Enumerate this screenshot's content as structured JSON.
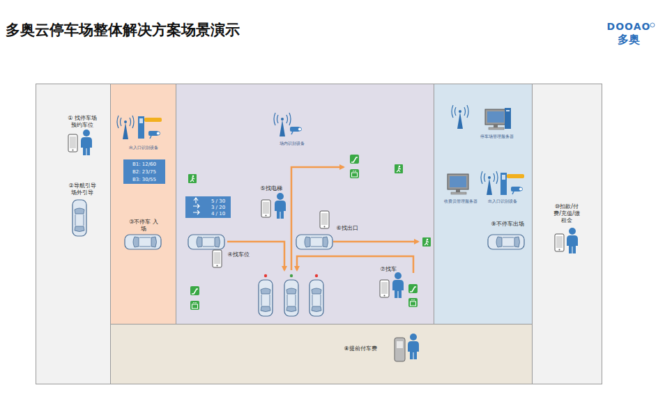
{
  "diagram": {
    "title": "多奥云停车场整体解决方案场景演示",
    "nodes": [
      {
        "text": [
          "① 找停车场 预约车位",
          "②导航引导 场外引导"
        ]
      },
      {
        "text": [
          "出入口识别设备",
          "③不停车 入场"
        ]
      },
      {
        "text": [
          "B1: 12/60",
          "B2: 23/75",
          "B3: 30/55"
        ],
        "in": 1
      },
      {
        "text": [
          "场内识别设备",
          "⑤找电梯",
          "④找车位",
          "⑥找出口",
          "⑦找车"
        ]
      },
      {
        "text": [
          "5 / 30",
          "3 / 20",
          "4 / 10"
        ],
        "in": 3
      },
      {
        "text": [
          "停车场管理服务器",
          "收费员管理服务器",
          "出入口识别设备",
          "⑨不停车出场"
        ]
      },
      {
        "text": [
          "⑩扣款/付 费/充值/缴 租金"
        ]
      },
      {
        "text": [
          "⑧提前付车费"
        ]
      }
    ],
    "labels": [
      "DOOAO",
      "多奥"
    ]
  }
}
